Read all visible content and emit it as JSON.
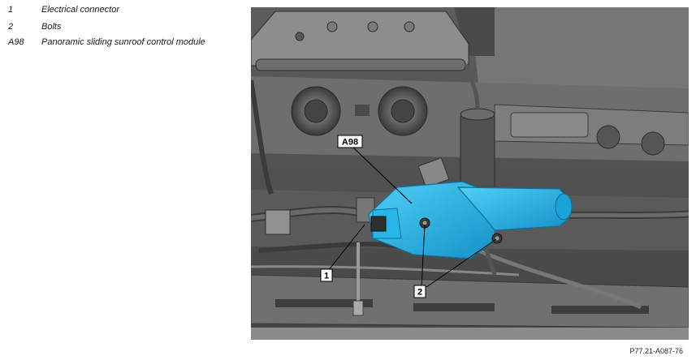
{
  "legend": {
    "items": [
      {
        "key": "1",
        "desc": "Electrical connector"
      },
      {
        "key": "2",
        "desc": "Bolts"
      },
      {
        "key": "A98",
        "desc": "Panoramic sliding sunroof control module"
      }
    ]
  },
  "figure": {
    "callouts": {
      "c1": "1",
      "c2": "2",
      "a98": "A98"
    },
    "highlight_color": "#1eaee4"
  },
  "reference": "P77.21-A087-76"
}
